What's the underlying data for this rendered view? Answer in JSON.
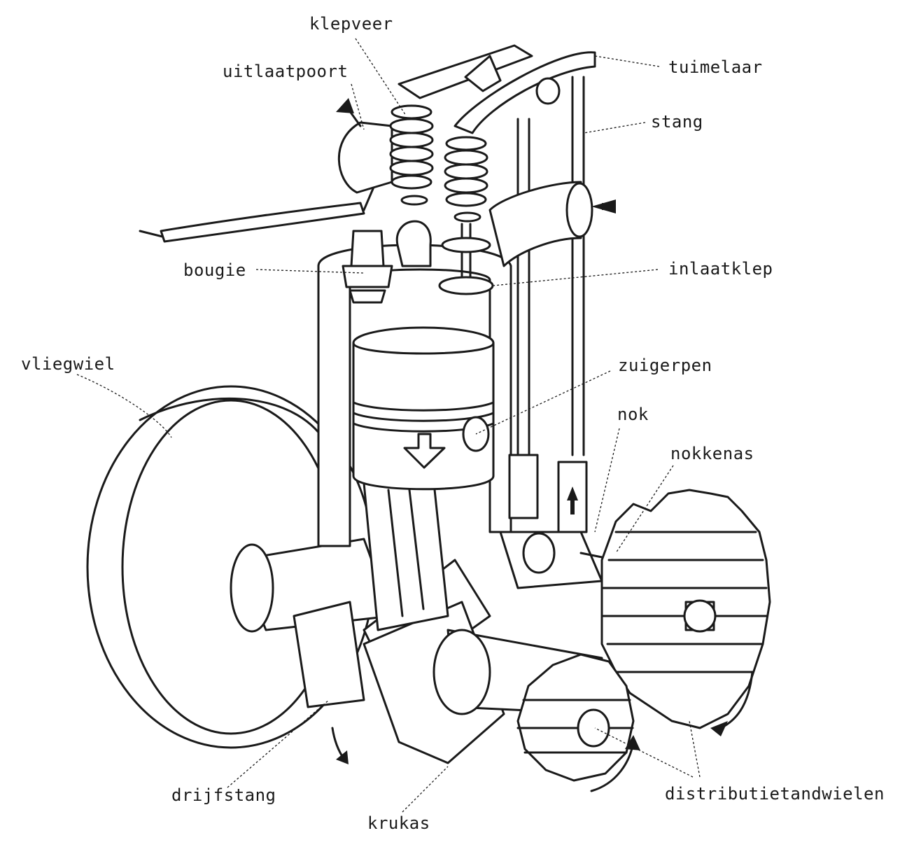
{
  "labels": {
    "klepveer": "klepveer",
    "uitlaatpoort": "uitlaatpoort",
    "tuimelaar": "tuimelaar",
    "stang": "stang",
    "bougie": "bougie",
    "inlaatklep": "inlaatklep",
    "vliegwiel": "vliegwiel",
    "zuigerpen": "zuigerpen",
    "nok": "nok",
    "nokkenas": "nokkenas",
    "drijfstang": "drijfstang",
    "krukas": "krukas",
    "distributietandwielen": "distributietandwielen"
  },
  "colors": {
    "ink": "#1a1a1a",
    "paper": "#ffffff"
  }
}
